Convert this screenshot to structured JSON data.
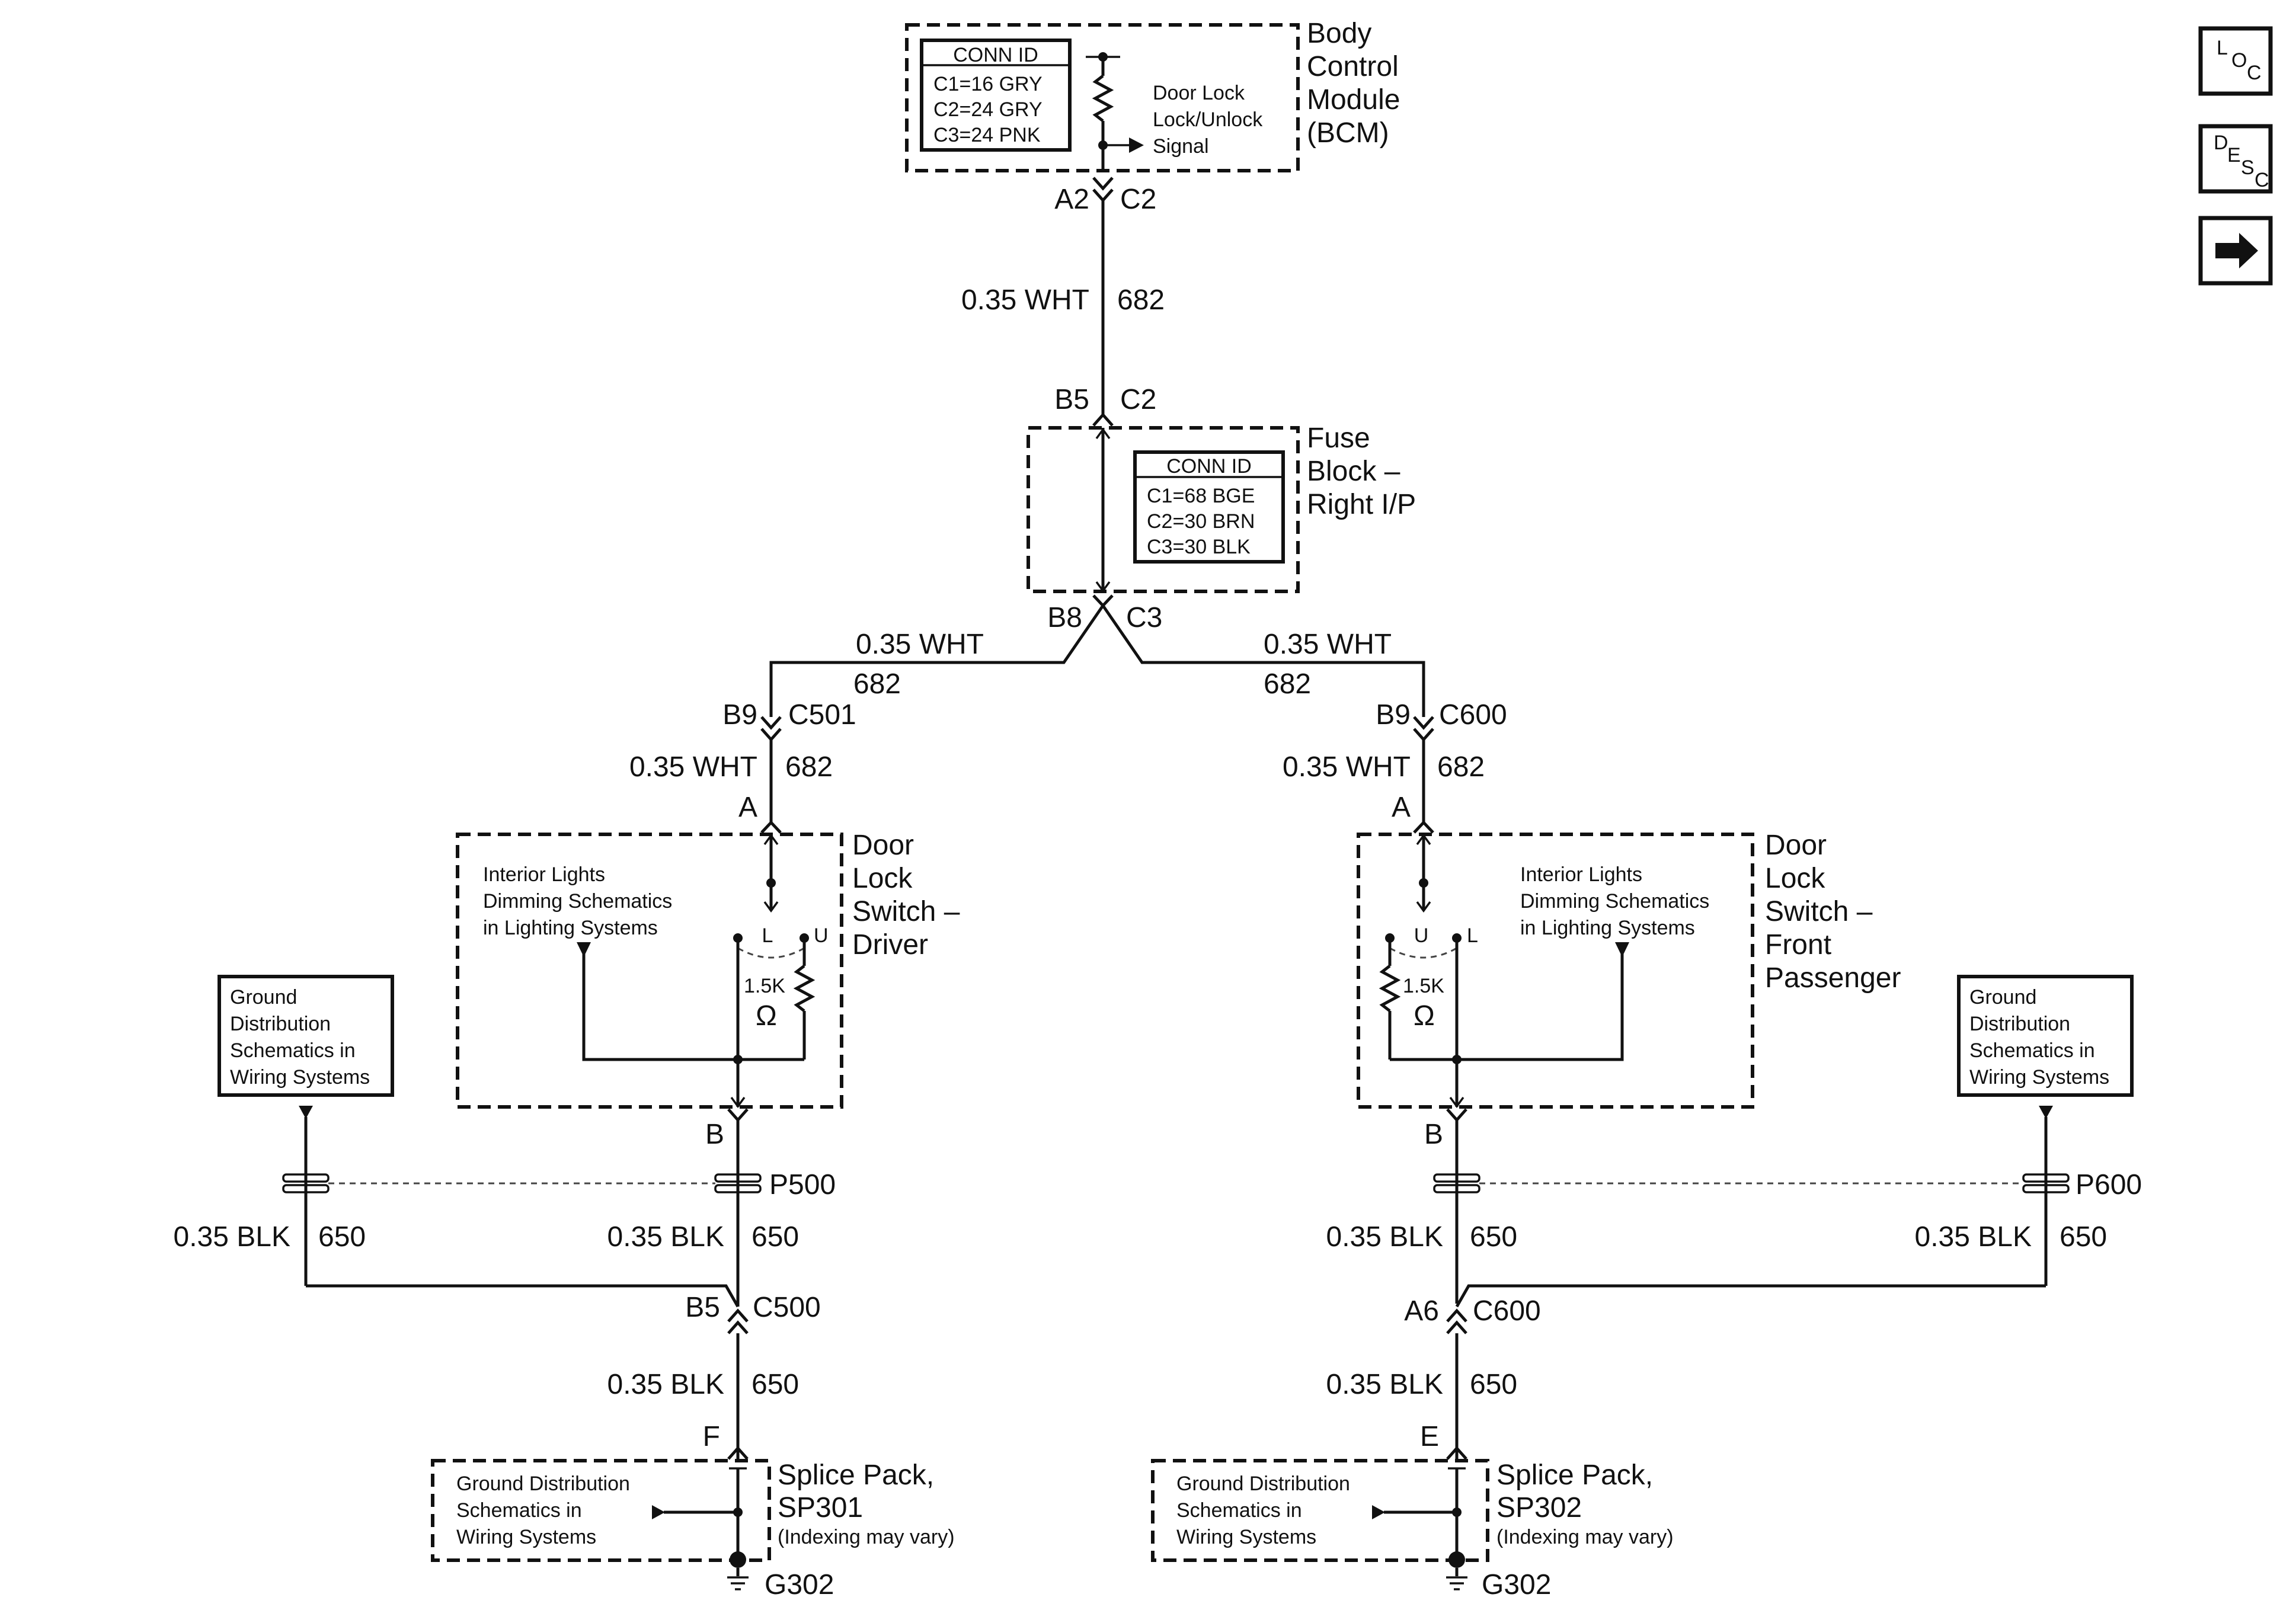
{
  "bcm": {
    "name": [
      "Body",
      "Control",
      "Module",
      "(BCM)"
    ],
    "conn_title": "CONN ID",
    "conn_rows": [
      "C1=16 GRY",
      "C2=24 GRY",
      "C3=24 PNK"
    ],
    "signal": [
      "Door Lock",
      "Lock/Unlock",
      "Signal"
    ],
    "pin_left": "A2",
    "pin_right": "C2"
  },
  "wire_top": {
    "label": "0.35 WHT",
    "circuit": "682"
  },
  "fuse": {
    "pin_left": "B5",
    "pin_right": "C2",
    "name": [
      "Fuse",
      "Block –",
      "Right I/P"
    ],
    "conn_title": "CONN ID",
    "conn_rows": [
      "C1=68 BGE",
      "C2=30 BRN",
      "C3=30 BLK"
    ],
    "out_left": "B8",
    "out_right": "C3"
  },
  "left": {
    "wire_label": "0.35 WHT",
    "wire_circuit": "682",
    "conn_pin": "B9",
    "conn_id": "C501",
    "wire2_label": "0.35 WHT",
    "wire2_circuit": "682",
    "switch_pin_a": "A",
    "switch_name": [
      "Door",
      "Lock",
      "Switch –",
      "Driver"
    ],
    "ref": [
      "Interior Lights",
      "Dimming Schematics",
      "in Lighting Systems"
    ],
    "pos_1": "L",
    "pos_2": "U",
    "resistor": "1.5K",
    "ohm": "Ω",
    "switch_pin_b": "B",
    "ground_ref": [
      "Ground",
      "Distribution",
      "Schematics in",
      "Wiring Systems"
    ],
    "splice": "P500",
    "blk_a_label": "0.35 BLK",
    "blk_a_circuit": "650",
    "blk_b_label": "0.35 BLK",
    "blk_b_circuit": "650",
    "conn2_pin": "B5",
    "conn2_id": "C500",
    "blk_c_label": "0.35 BLK",
    "blk_c_circuit": "650",
    "sp_pin": "F",
    "sp_name": [
      "Splice Pack,",
      "SP301"
    ],
    "sp_note": "(Indexing may vary)",
    "sp_ref": [
      "Ground Distribution",
      "Schematics in",
      "Wiring Systems"
    ],
    "ground": "G302"
  },
  "right": {
    "wire_label": "0.35 WHT",
    "wire_circuit": "682",
    "conn_pin": "B9",
    "conn_id": "C600",
    "wire2_label": "0.35 WHT",
    "wire2_circuit": "682",
    "switch_pin_a": "A",
    "switch_name": [
      "Door",
      "Lock",
      "Switch –",
      "Front",
      "Passenger"
    ],
    "ref": [
      "Interior Lights",
      "Dimming Schematics",
      "in Lighting Systems"
    ],
    "pos_1": "U",
    "pos_2": "L",
    "resistor": "1.5K",
    "ohm": "Ω",
    "switch_pin_b": "B",
    "ground_ref": [
      "Ground",
      "Distribution",
      "Schematics in",
      "Wiring Systems"
    ],
    "splice": "P600",
    "blk_a_label": "0.35 BLK",
    "blk_a_circuit": "650",
    "blk_b_label": "0.35 BLK",
    "blk_b_circuit": "650",
    "conn2_pin": "A6",
    "conn2_id": "C600",
    "blk_c_label": "0.35 BLK",
    "blk_c_circuit": "650",
    "sp_pin": "E",
    "sp_name": [
      "Splice Pack,",
      "SP302"
    ],
    "sp_note": "(Indexing may vary)",
    "sp_ref": [
      "Ground Distribution",
      "Schematics in",
      "Wiring Systems"
    ],
    "ground": "G302"
  },
  "nav": {
    "loc": [
      "L",
      "O",
      "C"
    ],
    "desc": [
      "D",
      "E",
      "S",
      "C"
    ],
    "next_icon": "arrow-right-icon"
  }
}
